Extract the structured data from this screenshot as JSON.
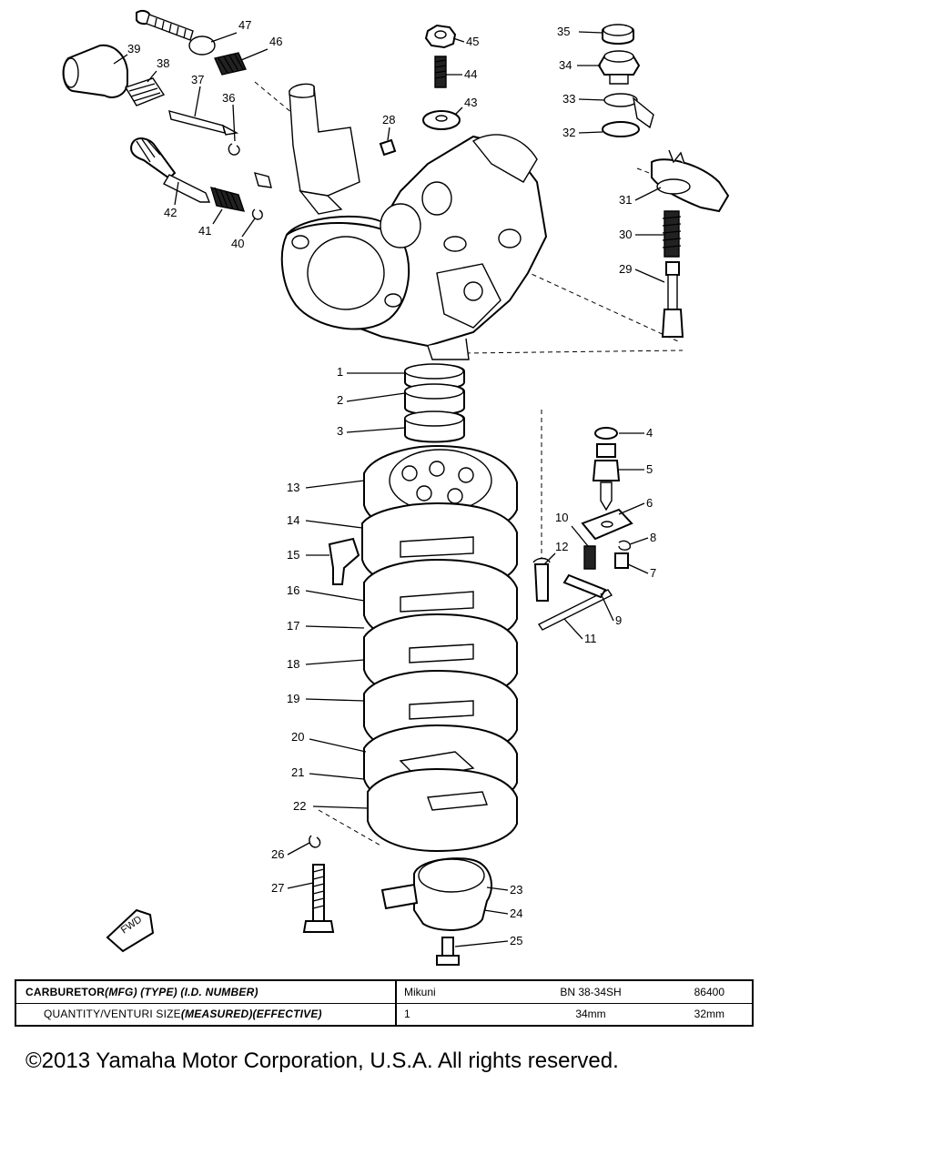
{
  "callouts": [
    "1",
    "2",
    "3",
    "4",
    "5",
    "6",
    "7",
    "8",
    "9",
    "10",
    "11",
    "12",
    "13",
    "14",
    "15",
    "16",
    "17",
    "18",
    "19",
    "20",
    "21",
    "22",
    "23",
    "24",
    "25",
    "26",
    "27",
    "28",
    "29",
    "30",
    "31",
    "32",
    "33",
    "34",
    "35",
    "36",
    "37",
    "38",
    "39",
    "40",
    "41",
    "42",
    "43",
    "44",
    "45",
    "46",
    "47"
  ],
  "fwd_label": "FWD",
  "spec_table": {
    "row1_label_main": "CARBURETOR ",
    "row1_label_italic": "(MFG) (TYPE) (I.D. NUMBER)",
    "row1_values": [
      "Mikuni",
      "BN 38-34SH",
      "86400"
    ],
    "row2_label_main": "QUANTITY/VENTURI SIZE",
    "row2_label_italic": "(MEASURED)(EFFECTIVE)",
    "row2_values": [
      "1",
      "34mm",
      "32mm"
    ]
  },
  "copyright": "©2013 Yamaha Motor Corporation, U.S.A. All rights reserved."
}
